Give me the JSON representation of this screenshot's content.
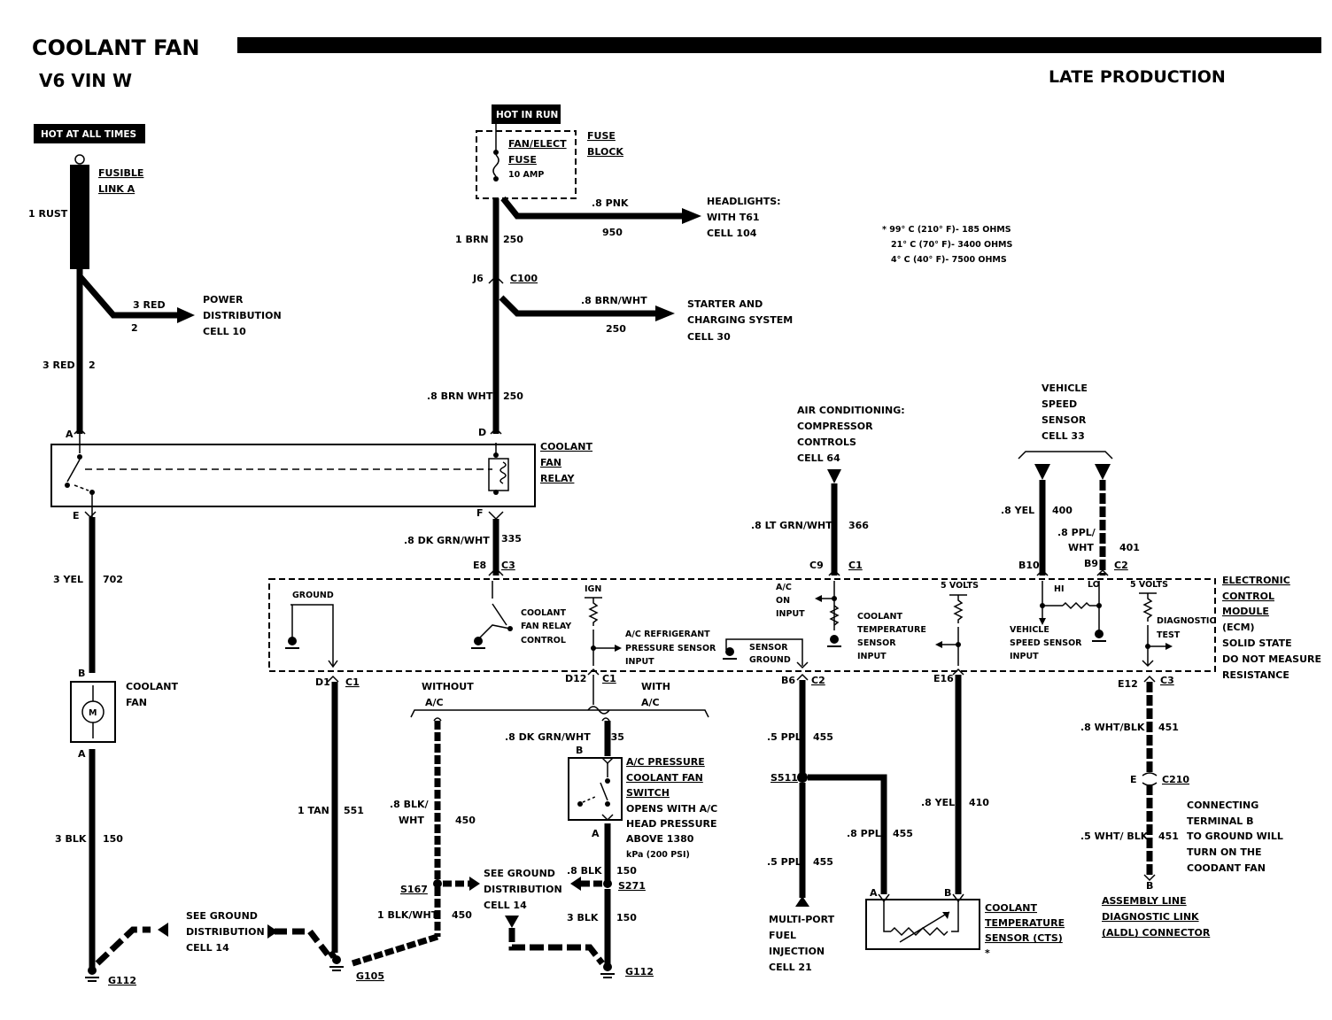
{
  "header": {
    "title": "COOLANT FAN",
    "subtitle": "V6 VIN W",
    "production": "LATE PRODUCTION"
  },
  "power": {
    "hot_at_all_times": "HOT AT ALL TIMES",
    "hot_in_run": "HOT IN RUN",
    "fusible_link": [
      "FUSIBLE",
      "LINK A"
    ],
    "fuse_name": [
      "FAN/ELECT",
      "FUSE"
    ],
    "fuse_rating": "10 AMP",
    "fuse_block": [
      "FUSE",
      "BLOCK"
    ]
  },
  "resistance_table": [
    "* 99° C (210° F)- 185 OHMS",
    "21° C (70° F)- 3400 OHMS",
    "4° C (40° F)- 7500 OHMS"
  ],
  "wires": {
    "rust": "1 RUST",
    "red3_upper": "3 RED",
    "red3_upper_circuit": "2",
    "red3_lower": "3 RED",
    "red3_lower_circuit": "2",
    "pnk": ".8 PNK",
    "pnk_circuit": "950",
    "brn1": "1 BRN",
    "brn1_circuit": "250",
    "brnwht_branch": ".8 BRN/WHT",
    "brnwht_branch_circuit": "250",
    "brnwht_main": ".8 BRN WHT",
    "brnwht_main_circuit": "250",
    "yel3": "3 YEL",
    "yel3_circuit": "702",
    "dkgrnwht_relay": ".8 DK GRN/WHT",
    "dkgrnwht_relay_circuit": "335",
    "ltgrnwht": ".8 LT GRN/WHT",
    "ltgrnwht_circuit": "366",
    "yel8": ".8 YEL",
    "yel8_circuit": "400",
    "pplwht": [
      ".8 PPL/",
      "WHT"
    ],
    "pplwht_circuit": "401",
    "blk3_fan": "3 BLK",
    "blk3_fan_circuit": "150",
    "tan1": "1 TAN",
    "tan1_circuit": "551",
    "blkwht8": [
      ".8 BLK/",
      "WHT"
    ],
    "blkwht8_circuit": "450",
    "blkwht1": "1 BLK/WHT",
    "blkwht1_circuit": "450",
    "dkgrnwht_switch": ".8 DK GRN/WHT",
    "dkgrnwht_switch_circuit": "935",
    "blk8": ".8 BLK",
    "blk8_circuit": "150",
    "blk3_lower": "3 BLK",
    "blk3_lower_circuit": "150",
    "ppl5_upper": ".5 PPL",
    "ppl5_upper_circuit": "455",
    "ppl5_lower": ".5 PPL",
    "ppl5_lower_circuit": "455",
    "ppl8": ".8 PPL",
    "ppl8_circuit": "455",
    "yel8_cts": ".8 YEL",
    "yel8_cts_circuit": "410",
    "whtblk8": ".8 WHT/BLK",
    "whtblk8_circuit": "451",
    "whtblk5": ".5 WHT/ BLK",
    "whtblk5_circuit": "451"
  },
  "destinations": {
    "power_distribution": [
      "POWER",
      "DISTRIBUTION",
      "CELL 10"
    ],
    "headlights": [
      "HEADLIGHTS:",
      "WITH T61",
      "CELL 104"
    ],
    "starter": [
      "STARTER AND",
      "CHARGING SYSTEM",
      "CELL 30"
    ],
    "ac_controls": [
      "AIR CONDITIONING:",
      "COMPRESSOR",
      "CONTROLS",
      "CELL 64"
    ],
    "vss": [
      "VEHICLE",
      "SPEED",
      "SENSOR",
      "CELL 33"
    ],
    "ground_dist_left": [
      "SEE GROUND",
      "DISTRIBUTION",
      "CELL 14"
    ],
    "ground_dist_mid": [
      "SEE GROUND",
      "DISTRIBUTION",
      "CELL 14"
    ],
    "mpfi": [
      "MULTI-PORT",
      "FUEL",
      "INJECTION",
      "CELL 21"
    ]
  },
  "components": {
    "relay": [
      "COOLANT",
      "FAN",
      "RELAY"
    ],
    "fan": [
      "COOLANT",
      "FAN"
    ],
    "fan_motor": "M",
    "ecm": [
      "ELECTRONIC",
      "CONTROL",
      "MODULE",
      "(ECM)",
      "SOLID STATE",
      "DO NOT MEASURE",
      "RESISTANCE"
    ],
    "ac_switch_title": [
      "A/C PRESSURE",
      "COOLANT FAN",
      "SWITCH"
    ],
    "ac_switch_desc": [
      "OPENS WITH A/C",
      "HEAD PRESSURE",
      "ABOVE 1380",
      "kPa (200 PSI)"
    ],
    "cts": [
      "COOLANT",
      "TEMPERATURE",
      "SENSOR (CTS)"
    ],
    "cts_star": "*",
    "aldl": [
      "ASSEMBLY LINE",
      "DIAGNOSTIC LINK",
      "(ALDL) CONNECTOR"
    ],
    "aldl_note": [
      "CONNECTING",
      "TERMINAL B",
      "TO GROUND WILL",
      "TURN ON THE",
      "COODANT FAN"
    ]
  },
  "ecm_internal": {
    "ground": "GROUND",
    "ign": "IGN",
    "relay_control": [
      "COOLANT",
      "FAN RELAY",
      "CONTROL"
    ],
    "ac_pressure": [
      "A/C REFRIGERANT",
      "PRESSURE SENSOR",
      "INPUT"
    ],
    "sensor_ground": [
      "SENSOR",
      "GROUND"
    ],
    "ac_on": [
      "A/C",
      "ON",
      "INPUT"
    ],
    "cts_input": [
      "COOLANT",
      "TEMPERATURE",
      "SENSOR",
      "INPUT"
    ],
    "five_volts_a": "5 VOLTS",
    "five_volts_b": "5 VOLTS",
    "vss_input": [
      "VEHICLE",
      "SPEED SENSOR",
      "INPUT"
    ],
    "hi": "HI",
    "lo": "LO",
    "diag": [
      "DIAGNOSTIC",
      "TEST"
    ]
  },
  "options": {
    "without_ac": [
      "WITHOUT",
      "A/C"
    ],
    "with_ac": [
      "WITH",
      "A/C"
    ]
  },
  "terminals": {
    "relay_a": "A",
    "relay_d": "D",
    "relay_e": "E",
    "relay_f": "F",
    "fan_b": "B",
    "fan_a": "A",
    "j6": "J6",
    "c100": "C100",
    "e8": "E8",
    "c3_top": "C3",
    "c9": "C9",
    "c1_top": "C1",
    "b10": "B10",
    "b9": "B9",
    "c2_top": "C2",
    "d1": "D1",
    "c1_d1": "C1",
    "d12": "D12",
    "c1_d12": "C1",
    "b6": "B6",
    "c2_b6": "C2",
    "e16": "E16",
    "e12": "E12",
    "c3_e12": "C3",
    "sw_b": "B",
    "sw_a": "A",
    "c210_e": "E",
    "c210": "C210",
    "aldl_b": "B",
    "cts_a": "A",
    "cts_b": "B"
  },
  "splices": {
    "s167": "S167",
    "s271": "S271",
    "s511": "S511"
  },
  "grounds": {
    "g112_left": "G112",
    "g105": "G105",
    "g112_right": "G112"
  }
}
